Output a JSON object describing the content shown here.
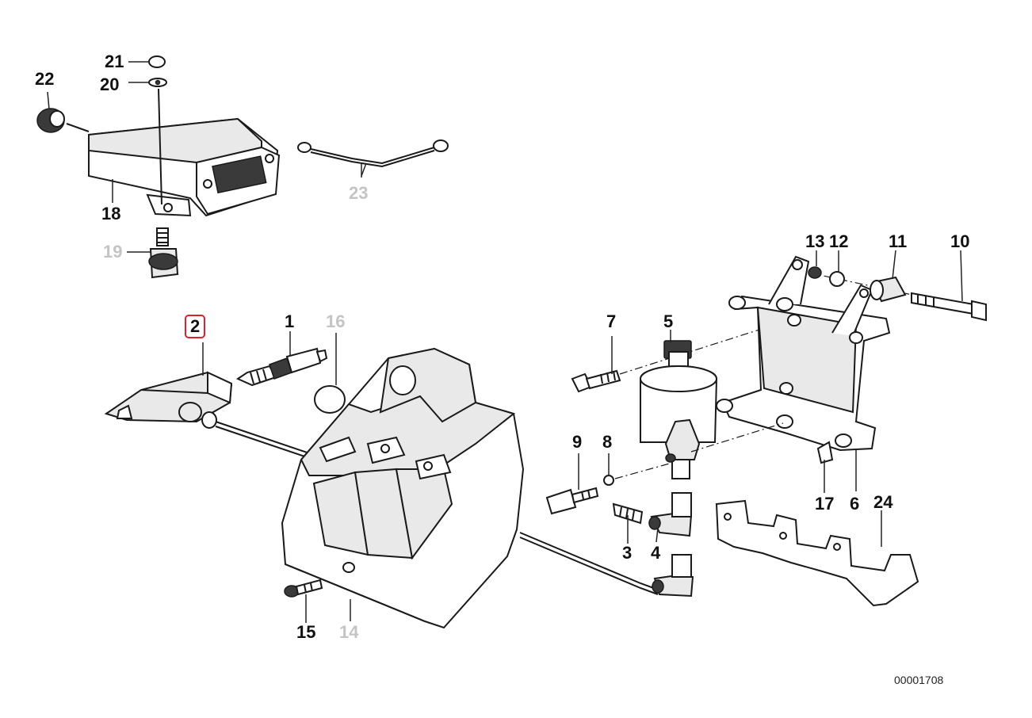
{
  "diagram": {
    "title": "Ignition parts diagram",
    "reference_number": "00001708",
    "selected_label": "2",
    "labels": {
      "l1": "1",
      "l2": "2",
      "l3": "3",
      "l4": "4",
      "l5": "5",
      "l6": "6",
      "l7": "7",
      "l8": "8",
      "l9": "9",
      "l10": "10",
      "l11": "11",
      "l12": "12",
      "l13": "13",
      "l14": "14",
      "l15": "15",
      "l16": "16",
      "l17": "17",
      "l18": "18",
      "l19": "19",
      "l20": "20",
      "l21": "21",
      "l22": "22",
      "l23": "23",
      "l24": "24"
    },
    "colors": {
      "ink": "#1a1a1a",
      "dimmed_label": "#c4c4c4",
      "selection": "#d8232a"
    }
  }
}
